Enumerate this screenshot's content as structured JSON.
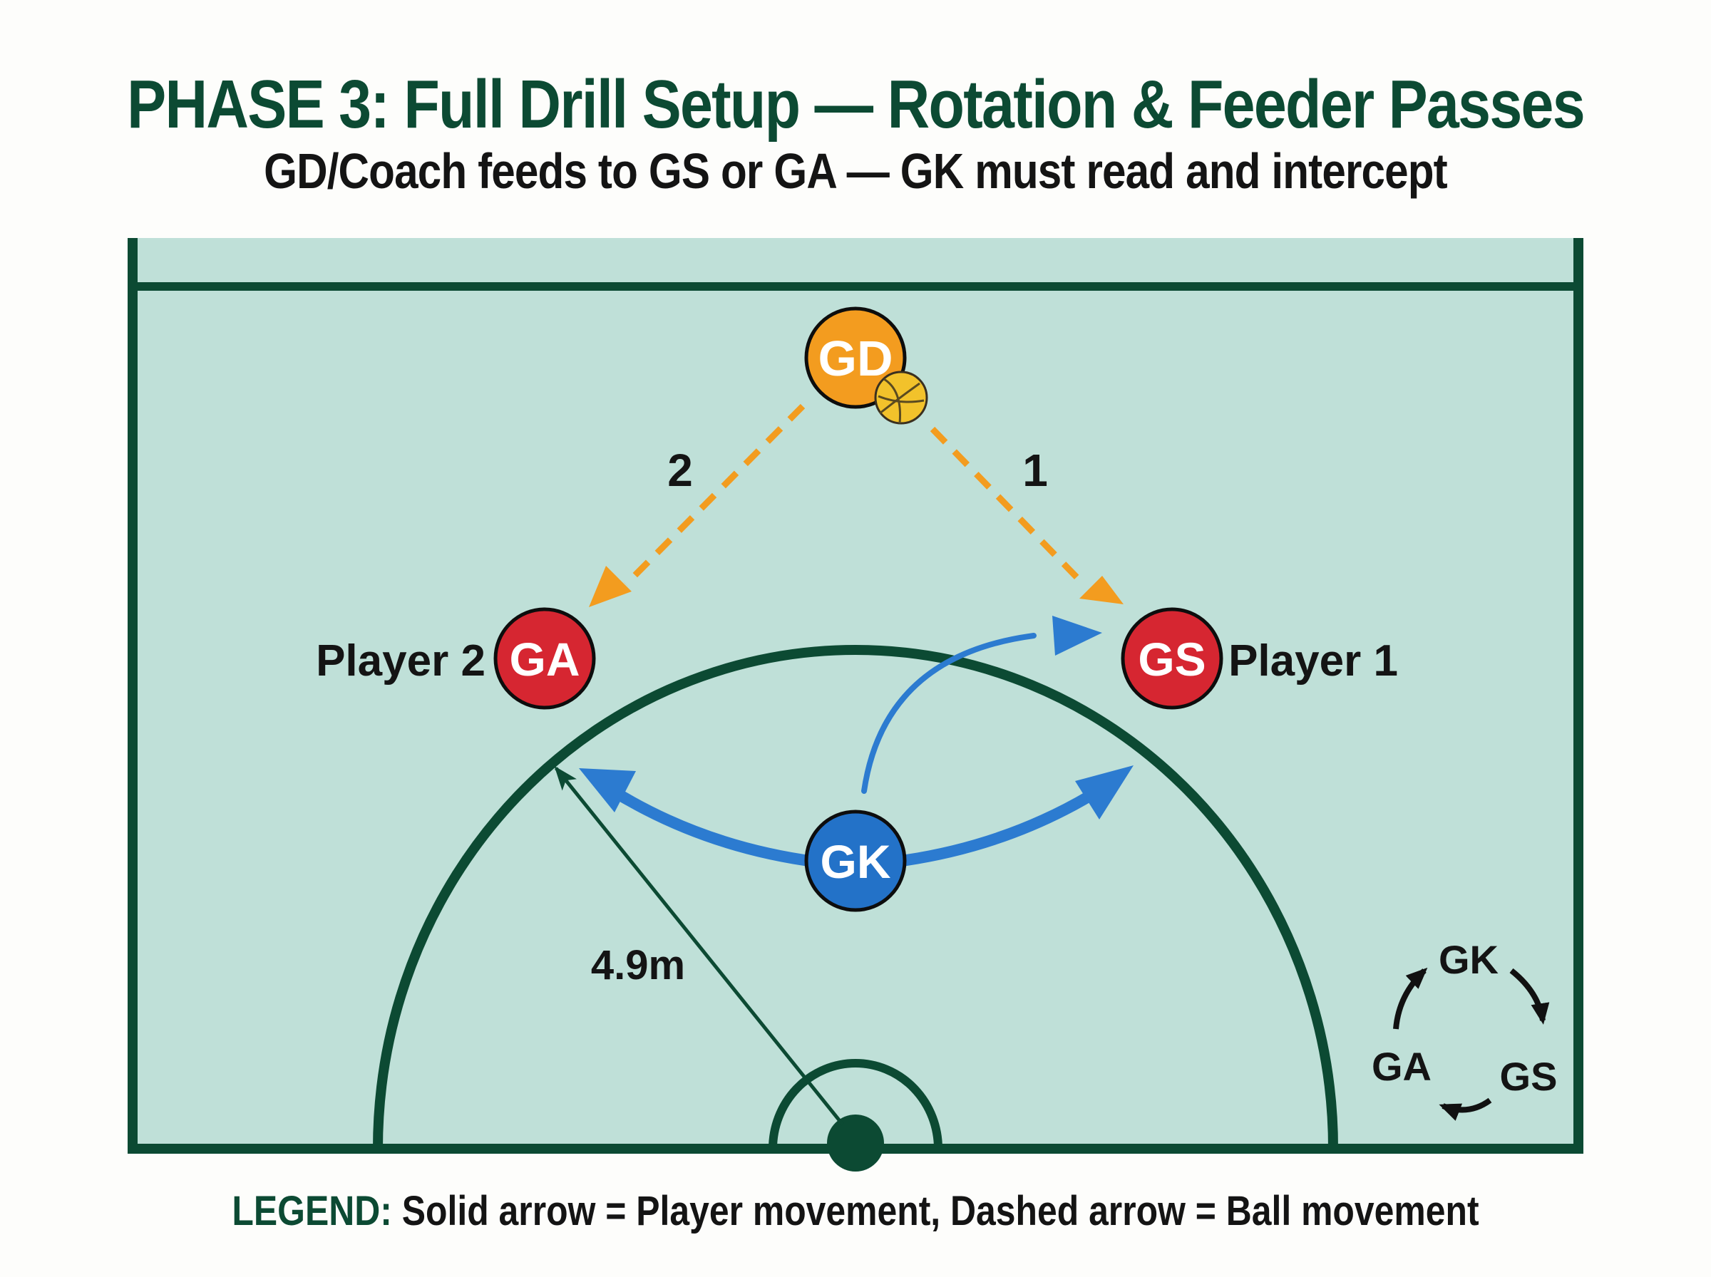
{
  "title": "PHASE 3: Full Drill Setup — Rotation & Feeder Passes",
  "subtitle": "GD/Coach feeds to GS or GA — GK must read and intercept",
  "players": {
    "gd": {
      "label": "GD",
      "color": "#f39c1f"
    },
    "ga": {
      "label": "GA",
      "color": "#d62631",
      "name": "Player 2"
    },
    "gs": {
      "label": "GS",
      "color": "#d62631",
      "name": "Player 1"
    },
    "gk": {
      "label": "GK",
      "color": "#2372c8"
    }
  },
  "passes": {
    "to_gs": "1",
    "to_ga": "2"
  },
  "radius_label": "4.9m",
  "rotation": {
    "top": "GK",
    "right": "GS",
    "left": "GA"
  },
  "legend": {
    "key": "LEGEND:",
    "text": "Solid arrow = Player movement, Dashed arrow = Ball movement"
  },
  "colors": {
    "court": "#bfe0d8",
    "line": "#0c4a33",
    "ball_pass": "#f39c1f",
    "player_move": "#2c7bd0"
  },
  "icons": [
    "netball-icon",
    "rotation-cycle-icon"
  ]
}
